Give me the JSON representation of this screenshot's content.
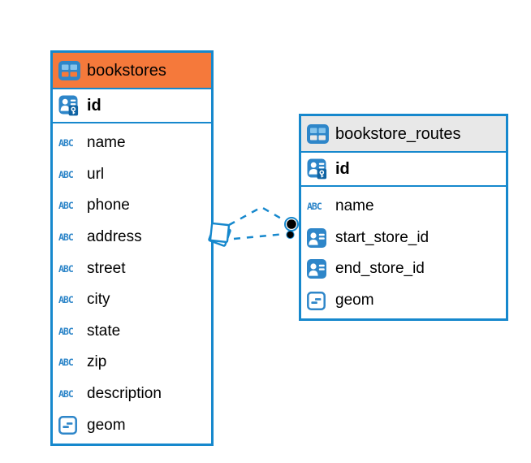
{
  "colors": {
    "accent_blue": "#1688CD",
    "icon_blue": "#2E86C9",
    "icon_light_blue": "#86C4EC",
    "header_orange": "#F5793B",
    "header_gray": "#E8E8E8",
    "text_black": "#000000",
    "canvas_white": "#FFFFFF",
    "connector_dot_black": "#000000"
  },
  "icons": {
    "varchar_label": "ABC",
    "table_icon": "table-grid",
    "primary_key_icon": "person-card-with-key",
    "foreign_key_icon": "person-card",
    "geometry_icon": "square-with-dashes",
    "many_end_marker": "stacked-squares",
    "one_end_marker": "filled-dots"
  },
  "tables": [
    {
      "name": "bookstores",
      "header_style": "orange",
      "key": {
        "name": "id",
        "type": "primary-key"
      },
      "columns": [
        {
          "name": "name",
          "type": "varchar"
        },
        {
          "name": "url",
          "type": "varchar"
        },
        {
          "name": "phone",
          "type": "varchar"
        },
        {
          "name": "address",
          "type": "varchar"
        },
        {
          "name": "street",
          "type": "varchar"
        },
        {
          "name": "city",
          "type": "varchar"
        },
        {
          "name": "state",
          "type": "varchar"
        },
        {
          "name": "zip",
          "type": "varchar"
        },
        {
          "name": "description",
          "type": "varchar"
        },
        {
          "name": "geom",
          "type": "geometry"
        }
      ]
    },
    {
      "name": "bookstore_routes",
      "header_style": "gray",
      "key": {
        "name": "id",
        "type": "primary-key"
      },
      "columns": [
        {
          "name": "name",
          "type": "varchar"
        },
        {
          "name": "start_store_id",
          "type": "foreign-key"
        },
        {
          "name": "end_store_id",
          "type": "foreign-key"
        },
        {
          "name": "geom",
          "type": "geometry"
        }
      ]
    }
  ],
  "relationships": [
    {
      "from": "bookstore_routes.start_store_id",
      "to": "bookstores.id",
      "style": "dashed"
    },
    {
      "from": "bookstore_routes.end_store_id",
      "to": "bookstores.id",
      "style": "dashed"
    }
  ]
}
